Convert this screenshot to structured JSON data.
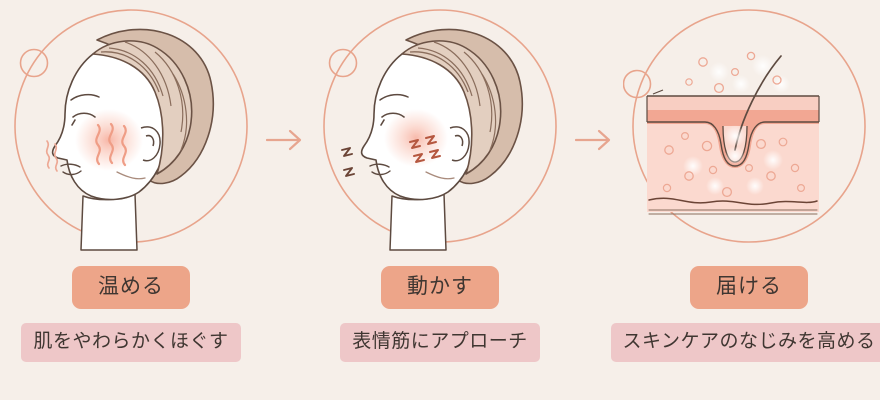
{
  "background_color": "#f6efe9",
  "palette": {
    "ring": "#e8a48c",
    "badge_bg": "#eda589",
    "caption_bg": "#eec7c8",
    "text": "#3f3631",
    "hair_fill": "#d6bdab",
    "hair_line": "#6b5245",
    "skin_line": "#5d4a40",
    "blush": "#f2a594",
    "arrow": "#e7a58f",
    "skin_band_light": "#f8cec2",
    "skin_band_deep": "#f2a793",
    "dermis": "#fbd9cf"
  },
  "steps": [
    {
      "id": "warm",
      "badge": "温める",
      "caption": "肌をやわらかくほぐす",
      "illustration": "woman-profile-warm-cheek",
      "icon_name": "face-profile-heat-waves-icon"
    },
    {
      "id": "move",
      "badge": "動かす",
      "caption": "表情筋にアプローチ",
      "illustration": "woman-profile-moving-muscles",
      "icon_name": "face-profile-zigzag-motion-icon"
    },
    {
      "id": "deliver",
      "badge": "届ける",
      "caption": "スキンケアのなじみを高める",
      "illustration": "skin-cross-section-absorption",
      "icon_name": "skin-cross-section-icon"
    }
  ],
  "arrows": [
    {
      "name": "arrow-step-1-to-2",
      "symbol": "→"
    },
    {
      "name": "arrow-step-2-to-3",
      "symbol": "→"
    }
  ]
}
